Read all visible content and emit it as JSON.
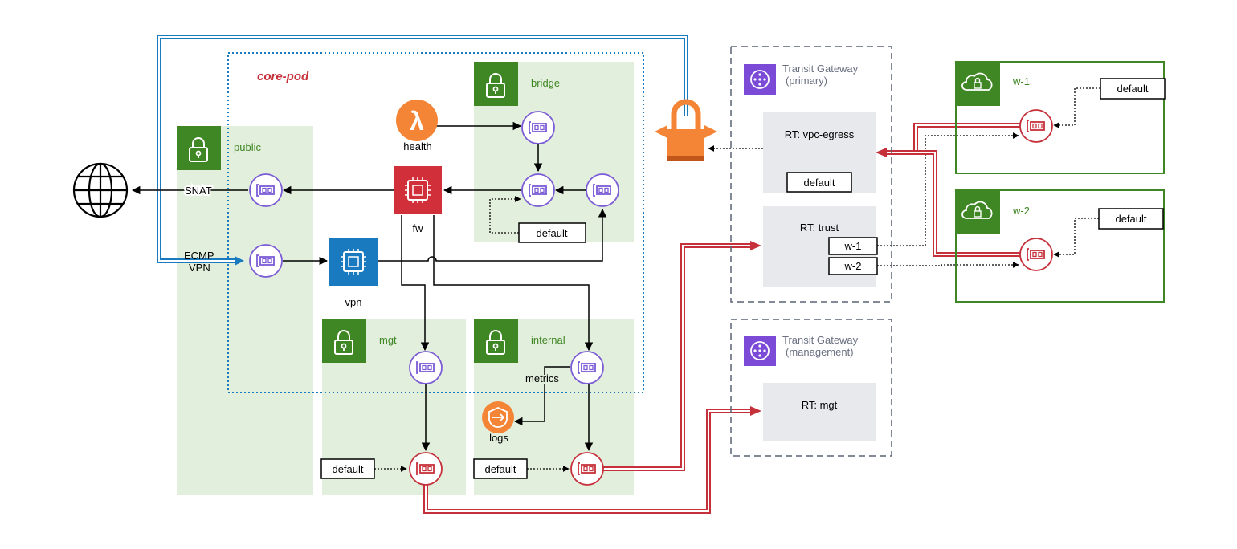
{
  "title": "core-pod",
  "colors": {
    "subnet_fill": "#e2efdc",
    "subnet_icon": "#3f8624",
    "eni_stroke": "#7b5bd6",
    "eni_red": "#c6303a",
    "tgw_purple": "#7b4bd8",
    "inet_blue": "#1a7ac0",
    "tgw_link_red": "#c6303a",
    "igw_orange": "#f58536",
    "lambda_orange": "#f58536",
    "fw_red": "#d1303a",
    "vpn_blue": "#1a7ac0",
    "cloud_green": "#3f8624",
    "title_red": "#c6303a",
    "tgw_text": "#6a7081"
  },
  "subnets": {
    "public": "public",
    "bridge": "bridge",
    "mgt": "mgt",
    "internal": "internal"
  },
  "icons": {
    "lambda": "lambda-icon",
    "firewall": "ec2-instance-icon",
    "vpn": "ec2-instance-icon",
    "internet": "globe-icon",
    "igw": "internet-gateway-icon",
    "logs": "cloudwatch-logs-icon",
    "tgw": "transit-gateway-icon",
    "vpc": "vpc-cloud-lock-icon",
    "eni": "network-interface-icon"
  },
  "labels": {
    "health": "health",
    "fw": "fw",
    "vpn": "vpn",
    "snat": "SNAT",
    "ecmp": "ECMP",
    "vpn_edge": "VPN",
    "metrics": "metrics",
    "logs": "logs"
  },
  "routes": {
    "bridge_default": "default",
    "mgt_default": "default",
    "internal_default": "default"
  },
  "tgw_primary": {
    "name": "Transit Gateway",
    "sub": "(primary)",
    "rt_egress": "RT: vpc-egress",
    "rt_egress_default": "default",
    "rt_trust": "RT: trust",
    "rt_trust_w1": "w-1",
    "rt_trust_w2": "w-2"
  },
  "tgw_mgmt": {
    "name": "Transit Gateway",
    "sub": "(management)",
    "rt_mgt": "RT: mgt"
  },
  "workloads": {
    "w1": {
      "name": "w-1",
      "default": "default"
    },
    "w2": {
      "name": "w-2",
      "default": "default"
    }
  }
}
